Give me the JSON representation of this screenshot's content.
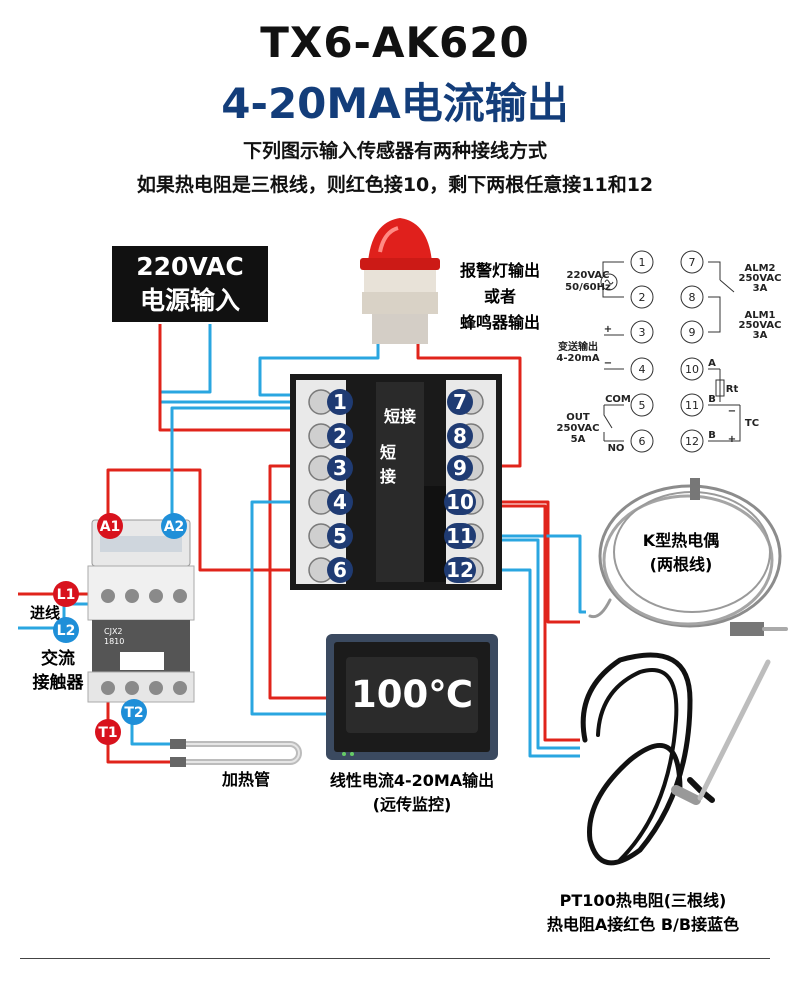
{
  "header": {
    "model": "TX6-AK620",
    "output_type": "4-20MA电流输出",
    "note_line1": "下列图示输入传感器有两种接线方式",
    "note_line2": "如果热电阻是三根线，则红色接10，剩下两根任意接11和12"
  },
  "power_input": {
    "voltage": "220VAC",
    "label": "电源输入"
  },
  "alarm": {
    "line1": "报警灯输出",
    "line2": "或者",
    "line3": "蜂鸣器输出"
  },
  "controller": {
    "terminals_left": [
      "1",
      "2",
      "3",
      "4",
      "5",
      "6"
    ],
    "terminals_right": [
      "7",
      "8",
      "9",
      "10",
      "11",
      "12"
    ],
    "jumper_label_1": "短接",
    "jumper_label_2a": "短",
    "jumper_label_2b": "接"
  },
  "contactor": {
    "name_line1": "交流",
    "name_line2": "接触器",
    "incoming": "进线",
    "model_text_1": "CJX2",
    "model_text_2": "1810",
    "terminal_tags": [
      "A1",
      "A2",
      "L1",
      "L2",
      "T1",
      "T2"
    ]
  },
  "heater": {
    "label": "加热管"
  },
  "display": {
    "reading": "100℃",
    "caption_line1": "线性电流4-20MA输出",
    "caption_line2": "(远传监控)"
  },
  "thermocouple": {
    "line1": "K型热电偶",
    "line2": "(两根线)"
  },
  "pt100": {
    "line1": "PT100热电阻(三根线)",
    "line2": "热电阻A接红色 B/B接蓝色"
  },
  "schematic": {
    "pins": [
      "1",
      "2",
      "3",
      "4",
      "5",
      "6",
      "7",
      "8",
      "9",
      "10",
      "11",
      "12"
    ],
    "supply": "220VAC",
    "supply_freq": "50/60Hz",
    "transmit_line1": "变送输出",
    "transmit_line2": "4-20mA",
    "out_line1": "OUT",
    "out_line2": "250VAC",
    "out_line3": "5A",
    "com": "COM",
    "no": "NO",
    "alm2": "ALM2",
    "alm1": "ALM1",
    "alm_rating": "250VAC",
    "alm_current": "3A",
    "rt": "Rt",
    "a": "A",
    "b": "B",
    "tc": "TC",
    "plus": "+",
    "minus": "−"
  },
  "colors": {
    "title_blue": "#133d7a",
    "wire_red": "#e0241b",
    "wire_blue": "#2aa6e0",
    "terminal_navy": "#1f3b73",
    "tag_red": "#d8121d",
    "tag_blue": "#1f8fd8"
  }
}
